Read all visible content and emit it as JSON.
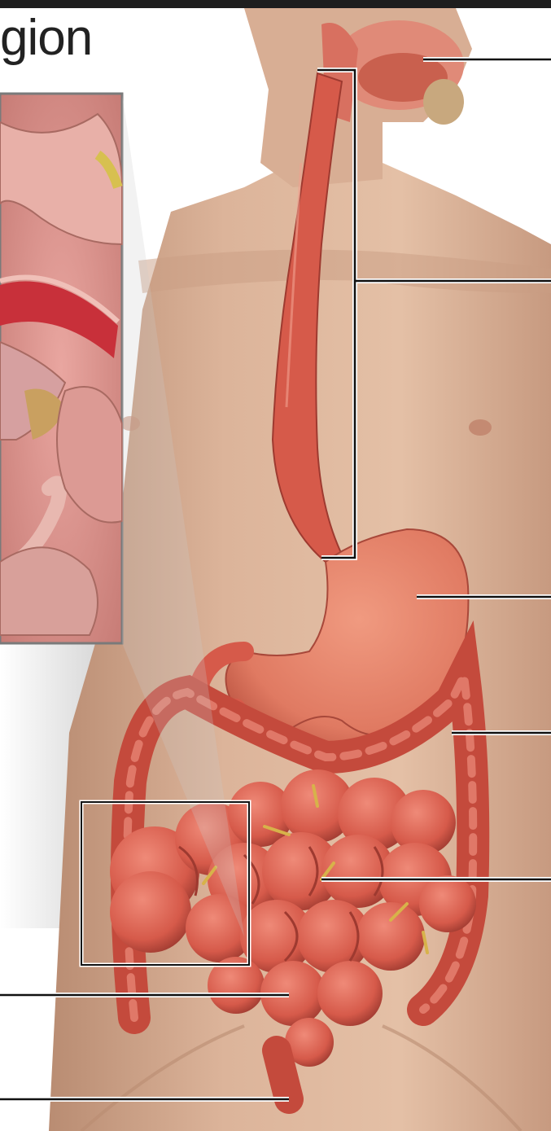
{
  "figure": {
    "heading_fragment": "gion",
    "colors": {
      "background": "#ffffff",
      "skin": "#dcb49a",
      "skin_shadow": "#b98c72",
      "organ_red": "#d65a4a",
      "organ_dark": "#9e3a30",
      "stomach": "#e07a62",
      "inset_border": "#7a7a7a",
      "leader_line": "#111111",
      "fat_yellow": "#d7b24a"
    },
    "icons": [
      "human-torso-illustration",
      "digestive-tract-illustration",
      "magnified-inset"
    ]
  }
}
